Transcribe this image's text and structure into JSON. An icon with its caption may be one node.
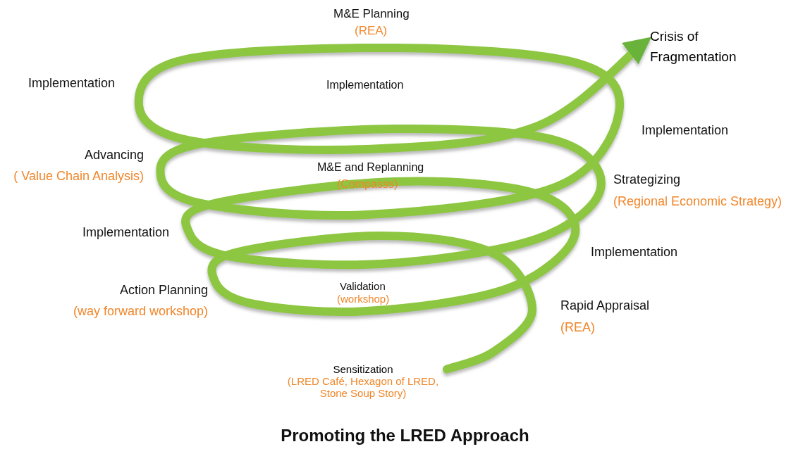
{
  "diagram": {
    "caption": "Promoting the LRED Approach",
    "nodes": [
      {
        "text": [
          "Sensitization",
          "(LRED Café, Hexagon of LRED, Stone Soup Story)"
        ]
      },
      {
        "text": [
          "Crisis of Fragmentation"
        ]
      }
    ],
    "edges": [
      {
        "from": 0,
        "to": 1,
        "arrow": "to"
      }
    ],
    "labels": [
      "M&E Planning",
      "(REA)",
      "Implementation",
      "Implementation",
      "Implementation",
      "Advancing",
      "( Value Chain Analysis)",
      "M&E and Replanning",
      "(Compasss)",
      "Strategizing",
      "(Regional Economic Strategy)",
      "Implementation",
      "Implementation",
      "Action Planning",
      "(way forward workshop)",
      "Validation",
      "(workshop)",
      "Rapid Appraisal",
      "(REA)"
    ]
  }
}
